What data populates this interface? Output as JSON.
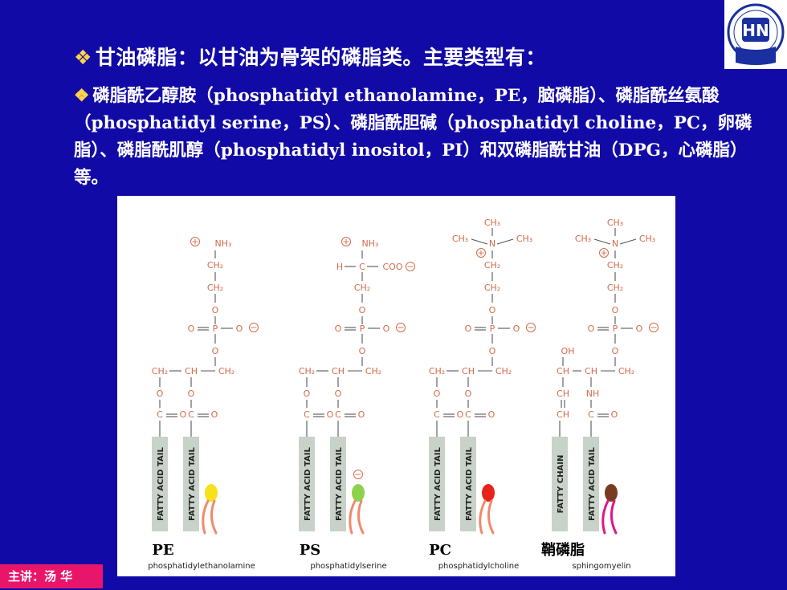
{
  "slide": {
    "title_bullet": "❖",
    "title": "甘油磷脂：以甘油为骨架的磷脂类。主要类型有：",
    "paragraph_bullet": "❖",
    "paragraph": "磷脂酰乙醇胺（phosphatidyl ethanolamine，PE，脑磷脂）、磷脂酰丝氨酸（phosphatidyl serine，PS）、磷脂酰胆碱（phosphatidyl choline，PC，卵磷脂）、磷脂酰肌醇（phosphatidyl inositol，PI）和双磷脂酰甘油（DPG，心磷脂）等。",
    "footer": "主讲：汤 华",
    "logo_text": "HN"
  },
  "figure": {
    "tail_fatty": "FATTY ACID TAIL",
    "tail_chain": "FATTY CHAIN",
    "molecules": [
      {
        "label": "PE",
        "subtitle": "phosphatidylethanolamine",
        "head_color": "#f4e21a"
      },
      {
        "label": "PS",
        "subtitle": "phosphatidylserine",
        "head_color": "#8ed14a"
      },
      {
        "label": "PC",
        "subtitle": "phosphatidylcholine",
        "head_color": "#e8221a"
      },
      {
        "label": "鞘磷脂",
        "subtitle": "sphingomyelin",
        "head_color": "#7a3a20"
      }
    ],
    "chem": {
      "nh3": "NH₃",
      "ch2": "CH₂",
      "o": "O",
      "p": "P",
      "ch": "CH",
      "ch3": "CH₃",
      "n": "N",
      "h": "H",
      "coo": "COO",
      "oh": "OH",
      "nh": "NH",
      "c": "C",
      "plus": "+",
      "minus": "−"
    }
  }
}
